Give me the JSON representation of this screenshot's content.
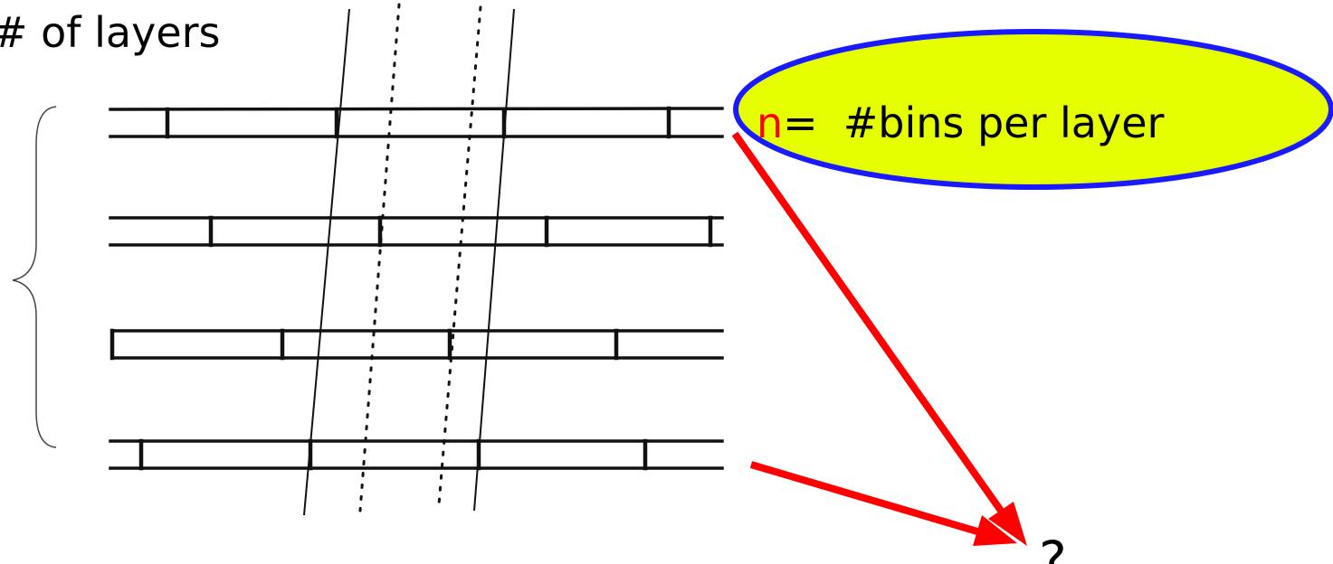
{
  "top_label": "# of layers",
  "callout": {
    "variable": "n",
    "equals": "=",
    "description": "#bins per layer",
    "fill_color": "#e6ff00",
    "border_color": "#1a1aff",
    "variable_color": "#ff0000"
  },
  "result_label": "?",
  "arrow_color": "#ff0000",
  "layer_count": 4
}
